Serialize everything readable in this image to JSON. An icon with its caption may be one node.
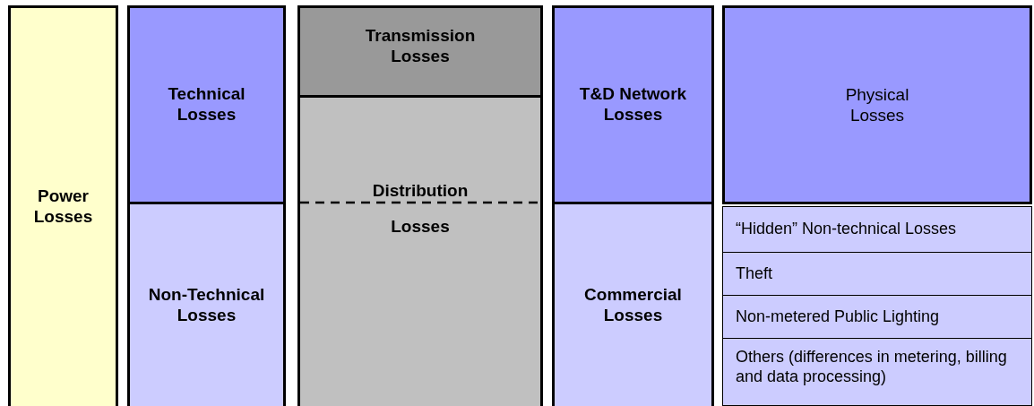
{
  "diagram": {
    "nodes": [
      {
        "text": [
          "Power Losses"
        ]
      },
      {
        "text": [
          "Technical Losses"
        ]
      },
      {
        "text": [
          "Non-Technical Losses"
        ]
      },
      {
        "text": [
          "Transmission Losses"
        ]
      },
      {
        "text": [
          "Distribution Losses"
        ]
      },
      {
        "text": [
          "T&D Network Losses"
        ]
      },
      {
        "text": [
          "Commercial Losses"
        ]
      },
      {
        "text": [
          "Physical Losses"
        ]
      },
      {
        "text": [
          "“Hidden” Non-technical Losses"
        ]
      },
      {
        "text": [
          "Theft"
        ]
      },
      {
        "text": [
          "Non-metered Public Lighting"
        ]
      },
      {
        "text": [
          "Others (differences in metering, billing and data processing)"
        ]
      }
    ],
    "edges": []
  }
}
